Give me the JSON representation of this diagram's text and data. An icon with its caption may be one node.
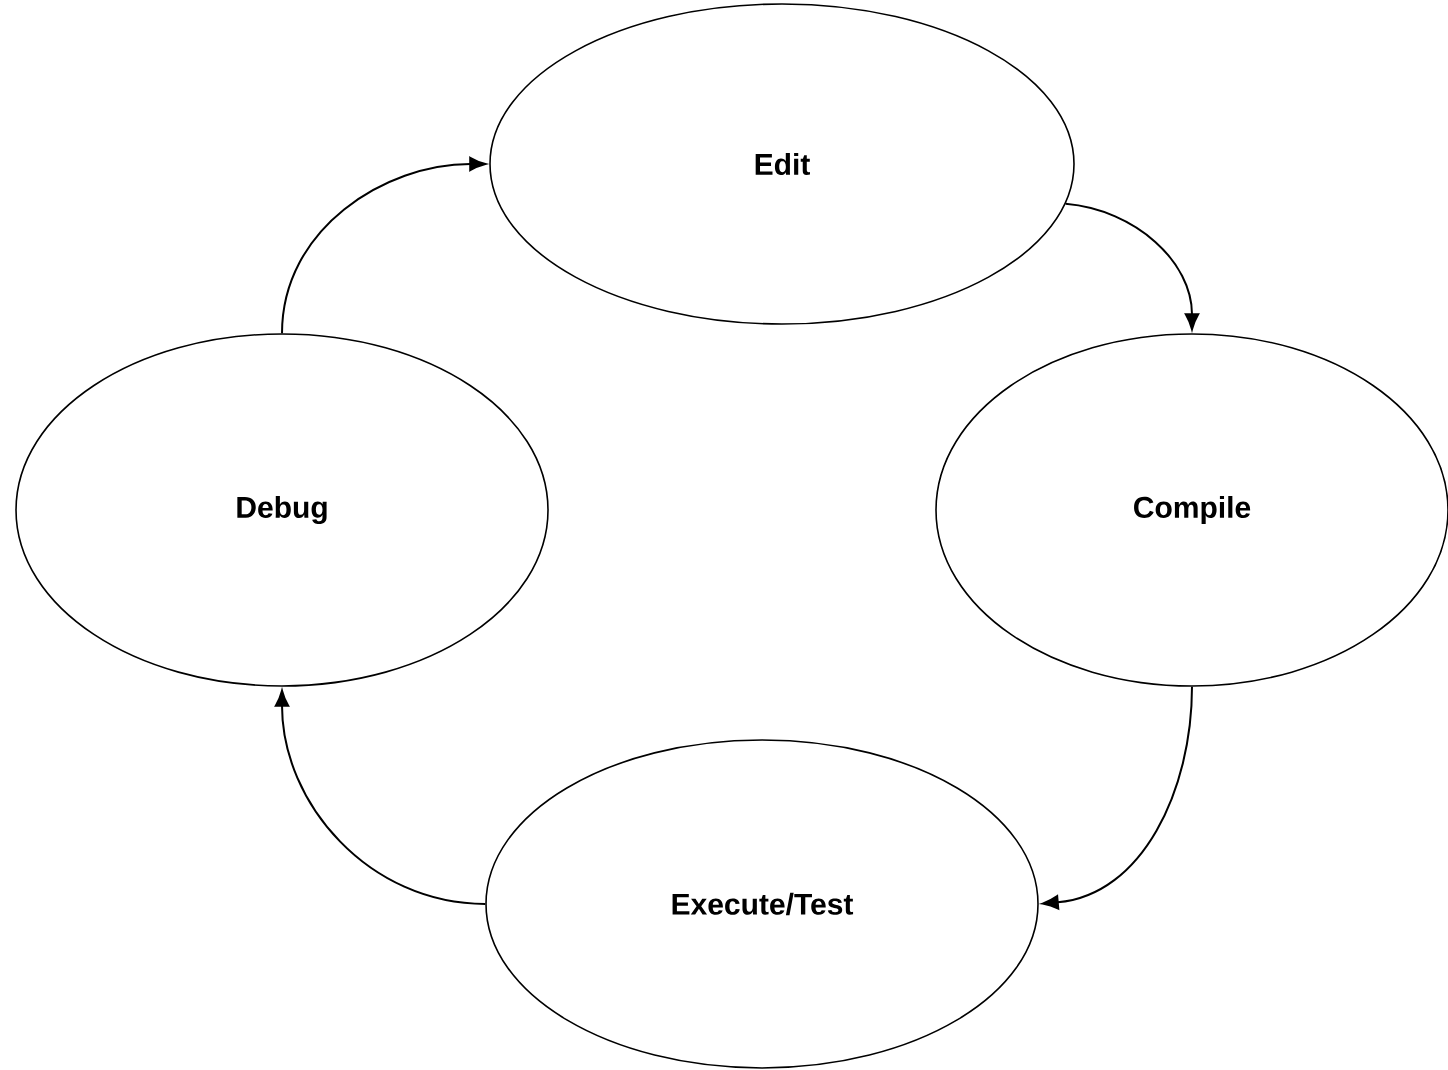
{
  "diagram": {
    "nodes": [
      {
        "text": [
          "Edit"
        ]
      },
      {
        "text": [
          "Debug"
        ]
      },
      {
        "text": [
          "Compile"
        ]
      },
      {
        "text": [
          "Execute/Test"
        ]
      }
    ],
    "edges": [
      {
        "from": 0,
        "to": 2,
        "arrow": "to"
      },
      {
        "from": 2,
        "to": 3,
        "arrow": "to"
      },
      {
        "from": 3,
        "to": 1,
        "arrow": "to"
      },
      {
        "from": 1,
        "to": 0,
        "arrow": "to"
      }
    ]
  }
}
